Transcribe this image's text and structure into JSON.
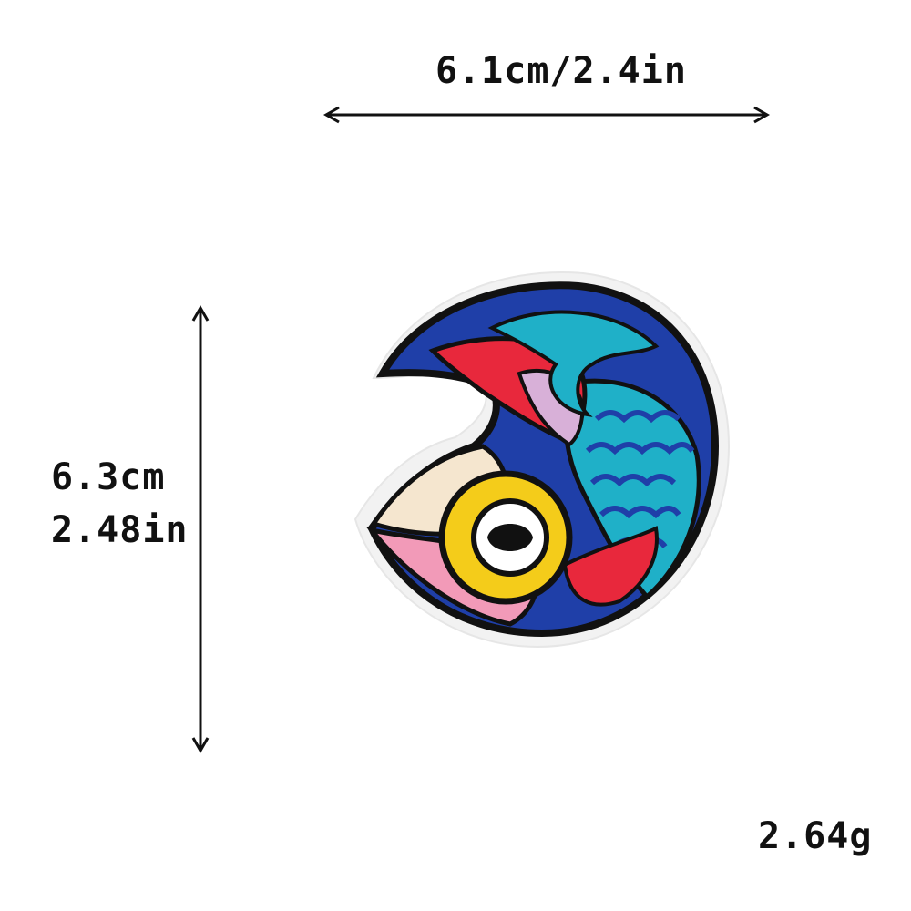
{
  "measurements": {
    "width_label": "6.1cm/2.4in",
    "height_label_cm": "6.3cm",
    "height_label_in": "2.48in",
    "weight_label": "2.64g"
  },
  "image": {
    "subject": "embroidered-fish-patch",
    "colors": {
      "outline": "#111111",
      "backing": "#f2f2f2",
      "dark_blue": "#1f3fa8",
      "blue": "#2a5fd0",
      "teal": "#1fb0c8",
      "red": "#e8283c",
      "pink": "#f29ab8",
      "lavender": "#d8b0d8",
      "yellow": "#f4cc1a",
      "cream": "#f5e6cf"
    }
  }
}
